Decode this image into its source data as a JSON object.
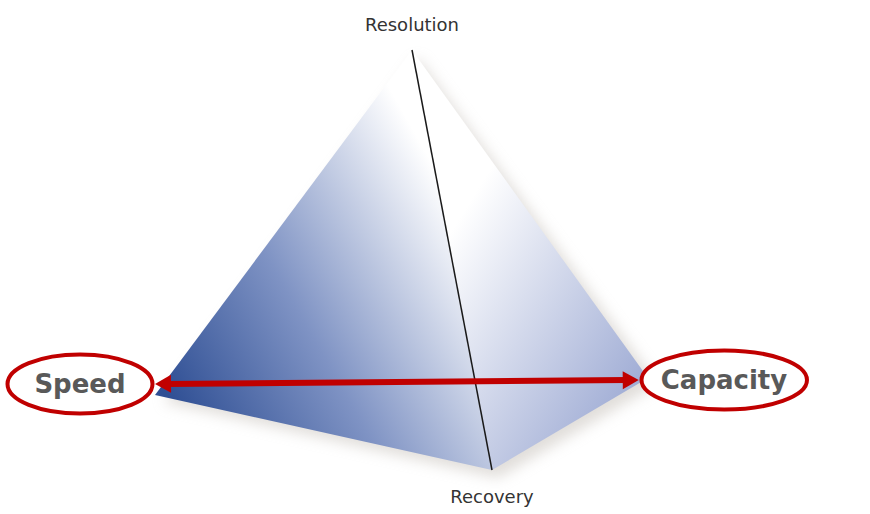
{
  "diagram": {
    "nodes": [
      {
        "text": [
          "Speed"
        ]
      },
      {
        "text": [
          "Capacity"
        ]
      }
    ],
    "edges": [
      {
        "from": 0,
        "to": 1,
        "arrow": "both"
      }
    ],
    "labels": [
      "Resolution",
      "Recovery"
    ]
  }
}
